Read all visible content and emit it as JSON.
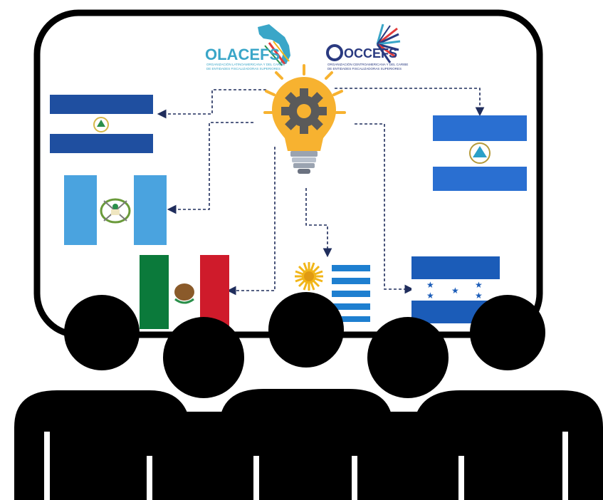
{
  "logos": {
    "olacefs": {
      "name": "OLACEFS",
      "subtitle_line1": "ORGANIZACIÓN LATINOAMERICANA Y DEL CARIBE",
      "subtitle_line2": "DE ENTIDADES FISCALIZADORAS SUPERIORES",
      "color": "#3aa6c8"
    },
    "occefs": {
      "name": "OCCEFS",
      "subtitle_line1": "ORGANIZACIÓN CENTROAMERICANA Y DEL CARIBE",
      "subtitle_line2": "DE ENTIDADES FISCALIZADORAS SUPERIORES",
      "color": "#2a3a80"
    }
  },
  "center_icon": "lightbulb-gear-icon",
  "flags": [
    {
      "id": "el-salvador",
      "country": "El Salvador"
    },
    {
      "id": "guatemala",
      "country": "Guatemala"
    },
    {
      "id": "mexico",
      "country": "Mexico"
    },
    {
      "id": "uruguay",
      "country": "Uruguay"
    },
    {
      "id": "honduras",
      "country": "Honduras"
    },
    {
      "id": "nicaragua",
      "country": "Nicaragua"
    }
  ],
  "colors": {
    "frame": "#000000",
    "connector": "#1f2d5c",
    "bulb": "#f7b230",
    "gear": "#5a5a5a",
    "salvador_blue": "#1f4fa0",
    "guatemala_blue": "#4aa3df",
    "mexico_green": "#0b7a3b",
    "mexico_red": "#cf1b2b",
    "uruguay_blue": "#1e7fd0",
    "sun": "#f2b619",
    "honduras_blue": "#1b5cb8",
    "nicaragua_blue": "#2a6fd1"
  }
}
